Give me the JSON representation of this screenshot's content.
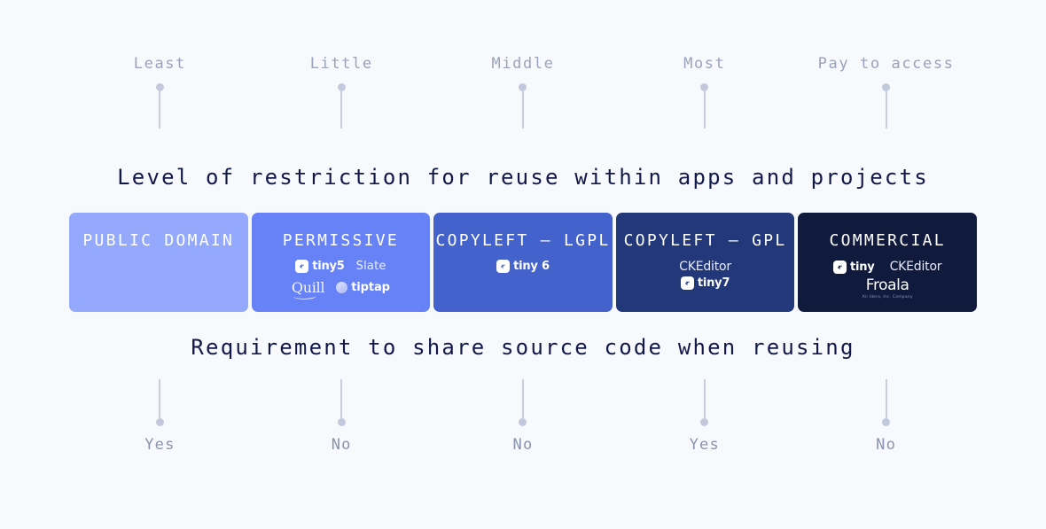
{
  "top_axis": {
    "labels": [
      "Least",
      "Little",
      "Middle",
      "Most",
      "Pay to access"
    ]
  },
  "headings": {
    "top": "Level of restriction for reuse within apps and projects",
    "bottom": "Requirement to share source code when reusing"
  },
  "bottom_axis": {
    "labels": [
      "Yes",
      "No",
      "No",
      "Yes",
      "No"
    ]
  },
  "blocks": [
    {
      "title": "PUBLIC DOMAIN",
      "color": "#94A9FB",
      "brands": []
    },
    {
      "title": "PERMISSIVE",
      "color": "#6782F6",
      "brands": [
        "tiny5",
        "Slate",
        "Quill",
        "tiptap"
      ]
    },
    {
      "title": "COPYLEFT — LGPL",
      "color": "#4462CC",
      "brands": [
        "tiny 6"
      ]
    },
    {
      "title": "COPYLEFT — GPL",
      "color": "#23387B",
      "brands": [
        "CKEditor",
        "tiny7"
      ]
    },
    {
      "title": "COMMERCIAL",
      "color": "#101A3C",
      "brands": [
        "tiny",
        "CKEditor",
        "Froala"
      ]
    }
  ],
  "brand_text": {
    "tiny5": "tiny5",
    "tiny6": "tiny 6",
    "tiny7": "tiny7",
    "tiny": "tiny",
    "slate": "Slate",
    "quill": "Quill",
    "tiptap": "tiptap",
    "ckeditor_gpl": "CKEditor",
    "ckeditor_commercial": "CKEditor",
    "froala": "Froala",
    "froala_sub": "An Idera, Inc. Company"
  },
  "colors": {
    "background": "#F8F9FC",
    "heading_text": "#12194A",
    "axis_label": "#9AA3BC",
    "axis_line": "#C9CEDF",
    "axis_dot": "#C3C9DC"
  }
}
